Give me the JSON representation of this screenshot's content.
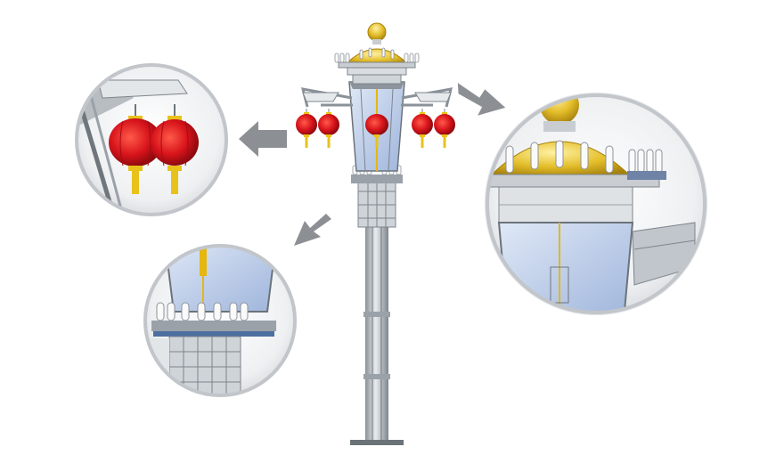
{
  "diagram": {
    "subject": "decorative-street-lamp",
    "palette": {
      "lantern_red": "#d8141b",
      "lantern_gold": "#e8c21a",
      "dome_gold": "#e4be2a",
      "steel": "#c8cdd2",
      "steel_dark": "#7d858c",
      "glass_blue": "#b9cbe8",
      "arrow_gray": "#8c8f93",
      "bulb_white": "#fafafa"
    },
    "callouts": [
      {
        "id": "lanterns",
        "target": "red-lantern-pair"
      },
      {
        "id": "top-crown",
        "target": "gold-dome-with-bulbs"
      },
      {
        "id": "base-ring",
        "target": "lower-bulb-ring"
      }
    ]
  }
}
